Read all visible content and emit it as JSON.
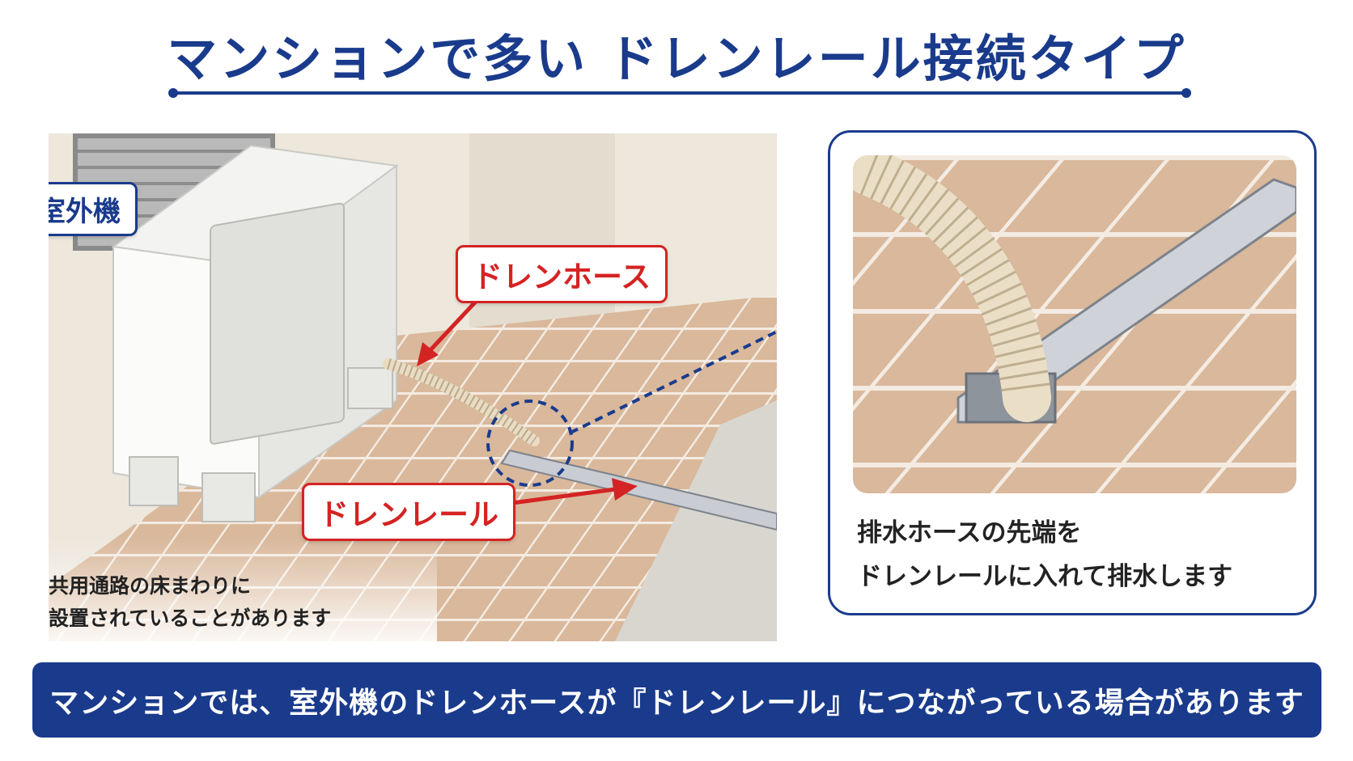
{
  "header": {
    "title": "マンションで多い ドレンレール接続タイプ"
  },
  "scene": {
    "label_outdoor_unit": "室外機",
    "label_drain_hose": "ドレンホース",
    "label_drain_rail": "ドレンレール",
    "note_line1": "共用通路の床まわりに",
    "note_line2": "設置されていることがあります"
  },
  "zoom": {
    "caption_line1": "排水ホースの先端を",
    "caption_line2": "ドレンレールに入れて排水します"
  },
  "footer": {
    "banner_text": "マンションでは、室外機のドレンホースが『ドレンレール』につながっている場合があります"
  },
  "colors": {
    "brand_navy": "#1a3b8c",
    "callout_red": "#d42323",
    "tile": "#d9b89b",
    "grout": "#f4ece3"
  }
}
